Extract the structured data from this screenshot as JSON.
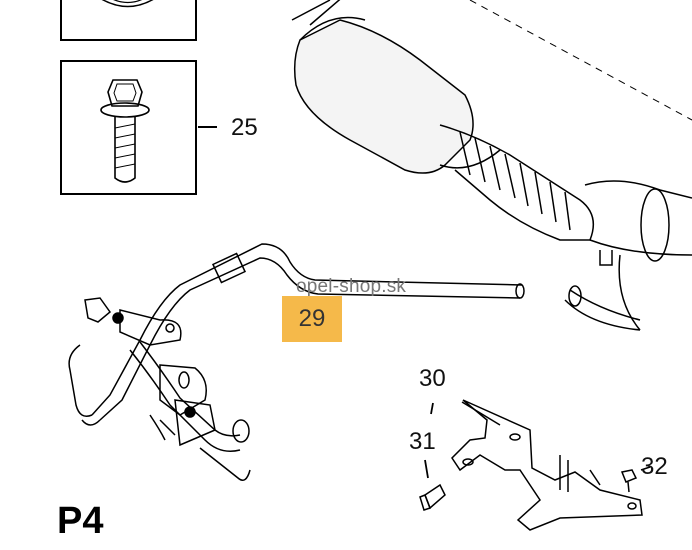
{
  "diagram": {
    "page_code": "P4",
    "watermark": "opel-shop.sk",
    "callouts": {
      "c25": "25",
      "c29": "29",
      "c30": "30",
      "c31": "31",
      "c32": "32"
    },
    "highlight_color": "#f5b94a"
  }
}
